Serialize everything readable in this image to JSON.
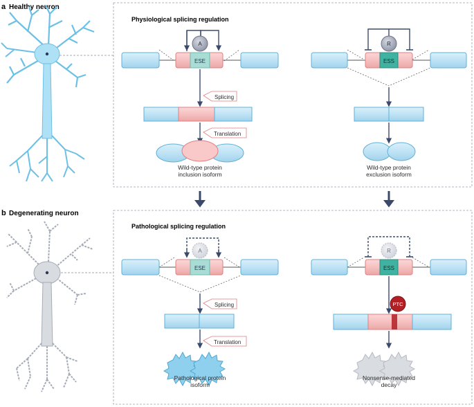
{
  "panel_a": {
    "letter": "a",
    "title": "Healthy neuron",
    "heading": "Physiological splicing regulation",
    "activator": "A",
    "repressor": "R",
    "enhancer": "ESE",
    "silencer": "ESS",
    "splicing_label": "Splicing",
    "translation_label": "Translation",
    "inclusion_caption_line1": "Wild-type protein",
    "inclusion_caption_line2": "inclusion isoform",
    "exclusion_caption_line1": "Wild-type protein",
    "exclusion_caption_line2": "exclusion isoform"
  },
  "panel_b": {
    "letter": "b",
    "title": "Degenerating neuron",
    "heading": "Pathological splicing regulation",
    "activator": "A",
    "repressor": "R",
    "enhancer": "ESE",
    "silencer": "ESS",
    "splicing_label": "Splicing",
    "translation_label": "Translation",
    "ptc_label": "PTC",
    "pathological_caption_line1": "Pathological protein",
    "pathological_caption_line2": "isoform",
    "nmd_caption_line1": "Nonsense-mediated",
    "nmd_caption_line2": "decay"
  },
  "colors": {
    "exon_blue": "#bfe3f5",
    "exon_blue_stroke": "#5fb0d8",
    "exon_pink": "#f6c0c0",
    "exon_pink_stroke": "#e07f7f",
    "ese_teal": "#a9dcd4",
    "ess_teal": "#3fb2a1",
    "protein_pink": "#f9c8c8",
    "arrow_navy": "#3b4a6b",
    "ptc_red": "#b21f24",
    "neuron_healthy": "#aee0f6",
    "neuron_degenerating": "#d8dbe0",
    "degraded_grey": "#d9dce1",
    "pathological_blue": "#8fd0ee"
  }
}
